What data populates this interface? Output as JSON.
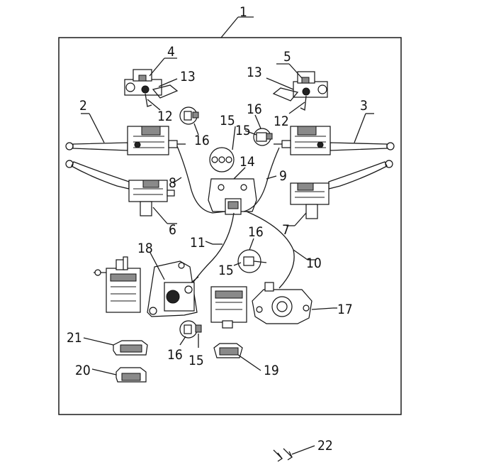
{
  "diagram": {
    "callouts": {
      "c1": "1",
      "c2": "2",
      "c3": "3",
      "c4": "4",
      "c5": "5",
      "c6": "6",
      "c7": "7",
      "c8": "8",
      "c9": "9",
      "c10": "10",
      "c11": "11",
      "c12a": "12",
      "c12b": "12",
      "c13a": "13",
      "c13b": "13",
      "c14": "14",
      "c15a": "15",
      "c15b": "15",
      "c15c": "15",
      "c15d": "15",
      "c16a": "16",
      "c16b": "16",
      "c16c": "16",
      "c16d": "16",
      "c17": "17",
      "c18": "18",
      "c19": "19",
      "c20": "20",
      "c21": "21",
      "c22": "22"
    }
  }
}
